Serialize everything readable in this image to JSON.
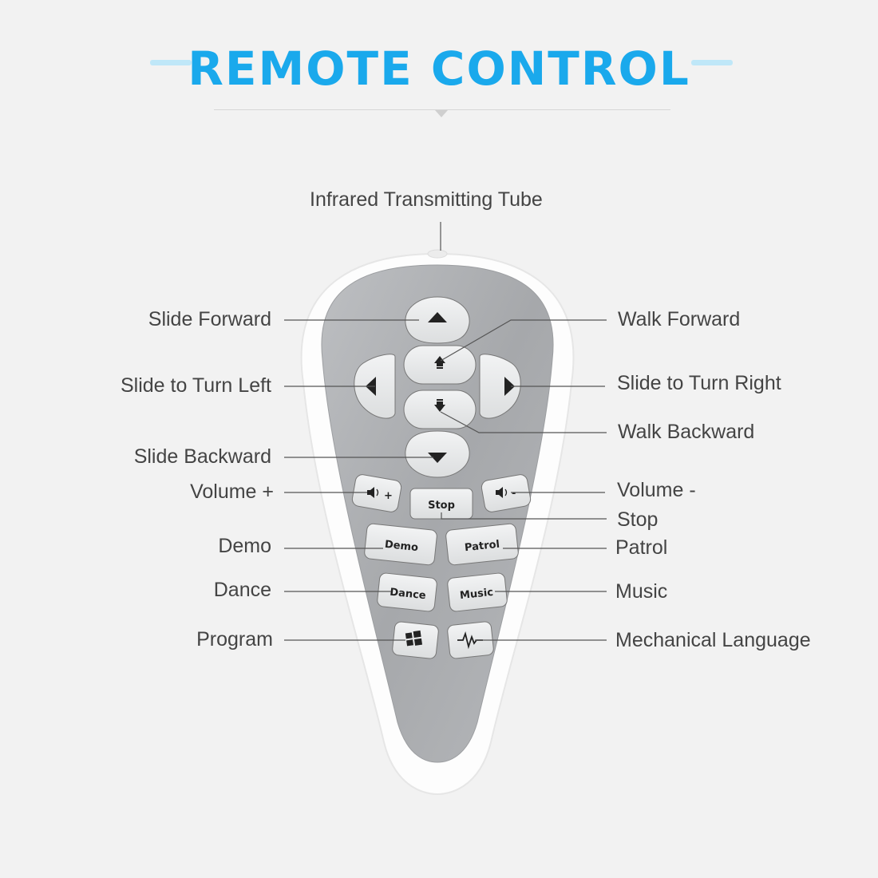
{
  "header": {
    "title": "REMOTE CONTROL"
  },
  "labels": {
    "infrared": "Infrared Transmitting Tube",
    "slide_forward": "Slide Forward",
    "walk_forward": "Walk Forward",
    "slide_turn_left": "Slide to Turn Left",
    "slide_turn_right": "Slide to Turn Right",
    "walk_backward": "Walk Backward",
    "slide_backward": "Slide Backward",
    "volume_up": "Volume +",
    "volume_down": "Volume -",
    "stop": "Stop",
    "demo": "Demo",
    "patrol": "Patrol",
    "dance": "Dance",
    "music": "Music",
    "program": "Program",
    "mechanical_language": "Mechanical Language"
  },
  "buttons": {
    "stop": "Stop",
    "demo": "Demo",
    "patrol": "Patrol",
    "dance": "Dance",
    "music": "Music",
    "vol_up_sign": "+",
    "vol_down_sign": "-"
  },
  "colors": {
    "accent": "#1aa9ec",
    "remote_body": "#ffffff",
    "remote_panel": "#a9abae",
    "button": "#e9eaeb",
    "leader_line": "#555555"
  }
}
